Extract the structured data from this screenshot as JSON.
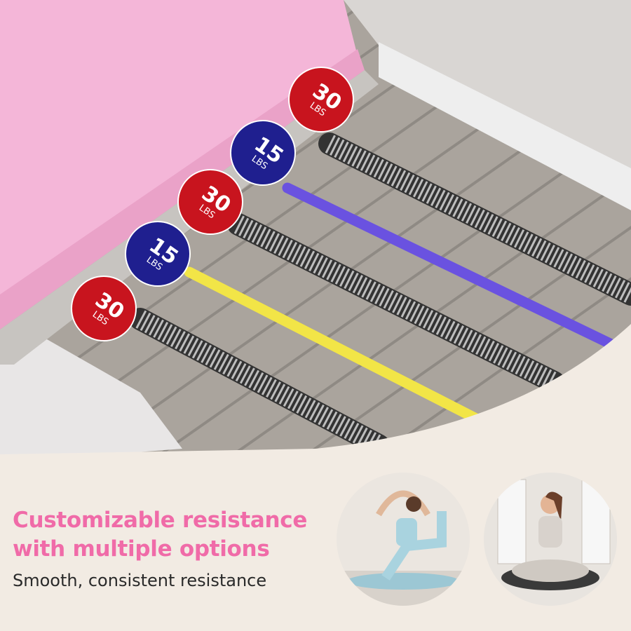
{
  "headline": {
    "line1": "Customizable resistance",
    "line2": "with multiple options"
  },
  "subheadline": "Smooth, consistent resistance",
  "resistance_balls": [
    {
      "value": "30",
      "unit": "LBS",
      "color": "#c8141e"
    },
    {
      "value": "15",
      "unit": "LBS",
      "color": "#1f1f8f"
    },
    {
      "value": "30",
      "unit": "LBS",
      "color": "#c8141e"
    },
    {
      "value": "15",
      "unit": "LBS",
      "color": "#1f1f8f"
    },
    {
      "value": "30",
      "unit": "LBS",
      "color": "#c8141e"
    }
  ],
  "colors": {
    "accent": "#f06ba8",
    "background": "#f2ebe3",
    "cushion": "#f4b6d8",
    "band_yellow": "#f2e547",
    "band_purple": "#6a52e0"
  }
}
